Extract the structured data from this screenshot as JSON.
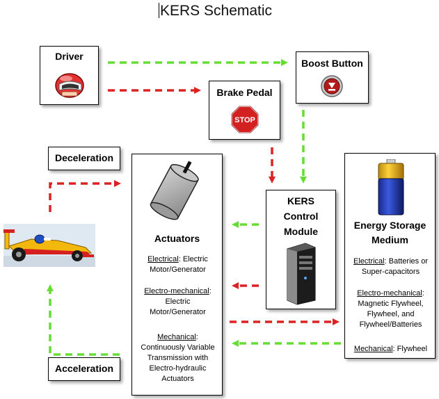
{
  "title": "KERS Schematic",
  "driver": {
    "label": "Driver",
    "icon": "driver-helmet-icon"
  },
  "boost": {
    "label": "Boost Button",
    "icon": "boost-button-icon"
  },
  "brake": {
    "label": "Brake Pedal",
    "icon": "stop-sign-icon",
    "icon_text": "STOP"
  },
  "deceleration": {
    "label": "Deceleration"
  },
  "acceleration": {
    "label": "Acceleration"
  },
  "kers": {
    "line1": "KERS",
    "line2": "Control",
    "line3": "Module",
    "icon": "computer-tower-icon"
  },
  "actuators": {
    "label": "Actuators",
    "icon": "motor-cylinder-icon",
    "electrical_key": "Electrical",
    "electrical_val": ": Electric Motor/Generator",
    "electromech_key": "Electro-mechanical",
    "electromech_val": ": Electric Motor/Generator",
    "mechanical_key": "Mechanical",
    "mechanical_val": ": Continuously Variable Transmission with Electro-hydraulic Actuators"
  },
  "storage": {
    "label_line1": "Energy Storage",
    "label_line2": "Medium",
    "icon": "battery-icon",
    "electrical_key": "Electrical",
    "electrical_val": ": Batteries or Super-capacitors",
    "electromech_key": "Electro-mechanical",
    "electromech_val": ": Magnetic Flywheel, Flywheel, and Flywheel/Batteries",
    "mechanical_key": "Mechanical",
    "mechanical_val": ": Flywheel"
  },
  "car": {
    "icon": "race-car-icon"
  },
  "colors": {
    "green": "#66dd33",
    "red": "#dd2222"
  }
}
